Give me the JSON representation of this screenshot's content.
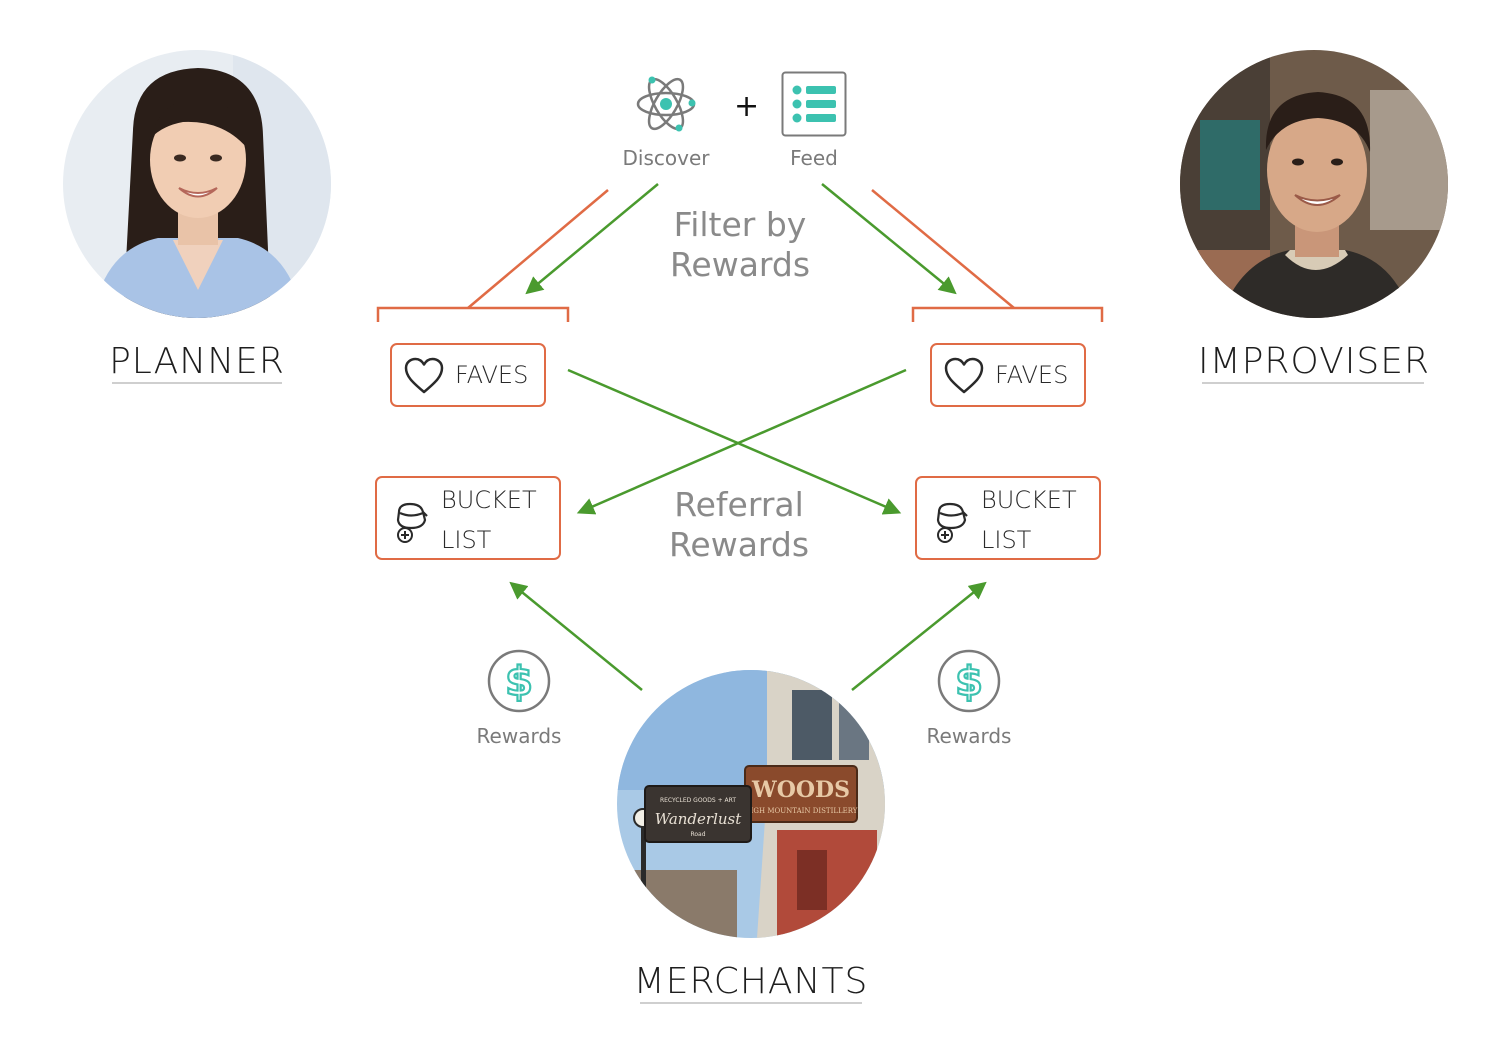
{
  "roles": {
    "planner": "PLANNER",
    "improviser": "IMPROVISER",
    "merchants": "MERCHANTS"
  },
  "top": {
    "discover_label": "Discover",
    "plus": "+",
    "feed_label": "Feed",
    "discover_icon": "atom-icon",
    "feed_icon": "list-icon"
  },
  "center": {
    "filter_line1": "Filter by",
    "filter_line2": "Rewards",
    "referral_line1": "Referral",
    "referral_line2": "Rewards"
  },
  "left": {
    "faves_label": "FAVES",
    "bucket_line1": "BUCKET",
    "bucket_line2": "LIST",
    "rewards_label": "Rewards"
  },
  "right": {
    "faves_label": "FAVES",
    "bucket_line1": "BUCKET",
    "bucket_line2": "LIST",
    "rewards_label": "Rewards"
  },
  "colors": {
    "orange": "#e06b45",
    "green": "#4a9a2e",
    "teal": "#3cc2b0",
    "gray_text": "#8a8a8a"
  }
}
